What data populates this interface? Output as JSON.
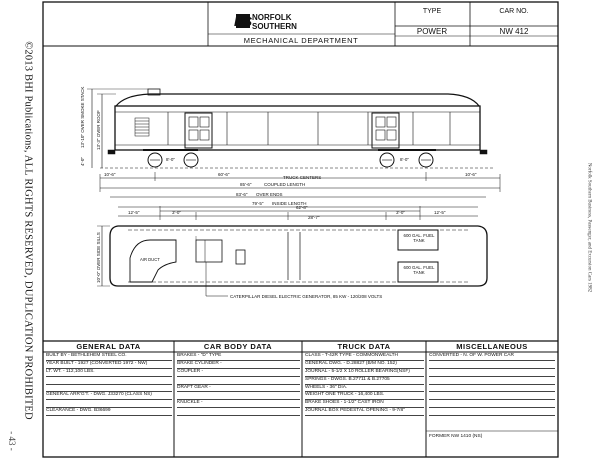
{
  "header": {
    "type_label": "TYPE",
    "car_no_label": "CAR NO.",
    "type_value": "POWER",
    "car_no_value": "NW 412",
    "logo_text": "NS",
    "company_line1": "NORFOLK",
    "company_line2": "SOUTHERN",
    "department": "MECHANICAL DEPARTMENT"
  },
  "side_text": {
    "copyright": "©2013 BHI Publications, ALL RIGHTS RESERVED, DUPLICATION PROHIBITED",
    "right_margin": "Norfolk Southern   Business, Passenger, and Excursion Cars 1982",
    "page_number": "- 43 -"
  },
  "dimensions": {
    "vert_over_smoke_stack": "13'-10\" OVER SMOKE STACK",
    "vert_over_roof": "13'-3\" OVER ROOF",
    "vert_small": "4'-0\"",
    "left_end": "10'-6\"",
    "right_end": "10'-6\"",
    "truck_centers_val": "60'-6\"",
    "truck_centers": "TRUCK CENTERS",
    "coupled_length_val": "85'-6\"",
    "coupled_length": "COUPLED LENGTH",
    "over_ends_val": "83'-6\"",
    "over_ends": "OVER ENDS",
    "inside_length_val": "79'-5\"",
    "inside_length": "INSIDE LENGTH",
    "wheel_spacing_1": "8'-0\"",
    "wheel_spacing_2": "8'-0\"",
    "inner_a": "12'-5\"",
    "inner_b": "3'-0\"",
    "inner_c": "28'-7\"",
    "inner_d": "3'-0\"",
    "inner_e": "12'-5\"",
    "inner_span": "62'-8\"",
    "over_side_sills": "10'-0\" OVER SIDE SILLS",
    "fuel_tank_1": "600 GAL. FUEL TANK",
    "fuel_tank_2": "600 GAL. FUEL TANK",
    "air_duct": "AIR DUCT",
    "generator_note": "CATERPILLAR DIESEL ELECTRIC GENERATOR, 85 KW - 120/208 VOLTS"
  },
  "data_table": {
    "headers": [
      "GENERAL DATA",
      "CAR BODY DATA",
      "TRUCK DATA",
      "MISCELLANEOUS"
    ],
    "general": [
      "BUILT BY - BETHLEHEM STEEL CO.",
      "YEAR BUILT - 1927 (CONVERTED 1972 - NW)",
      "LT. WT. - 112,100 LBS.",
      "",
      "",
      "GENERAL ARR'G'T. - DWG. J33270  (CLASS NS)",
      "",
      "CLEARANCE - DWG. B36699"
    ],
    "car_body": [
      "BRAKES - \"D\" TYPE",
      "BRAKE CYLINDER -",
      "COUPLER -",
      "",
      "DRAFT GEAR -",
      "",
      "KNUCKLE -",
      ""
    ],
    "truck": [
      "CLASS - T-42R   TYPE - COMMONWEALTH",
      "GENERAL DWG. - D.28827 (B/M NO. 152)",
      "JOURNAL - 5-1/2 X 10 ROLLER BEARING(NSF)",
      "SPRINGS - DWGS. B.27711 & B.27705",
      "WHEELS - 36\" DIA.",
      "WEIGHT ONE TRUCK - 16,400 LBS.",
      "BRAKE SHOES - 1-1/2\" CAST IRON",
      "JOURNAL BOX PEDESTAL OPENING - 9-7/8\""
    ],
    "misc": [
      "CONVERTED - N. OF W. POWER CAR",
      "",
      "",
      "",
      "",
      "",
      "",
      ""
    ],
    "former": "FORMER NW 1410 (NS)"
  }
}
